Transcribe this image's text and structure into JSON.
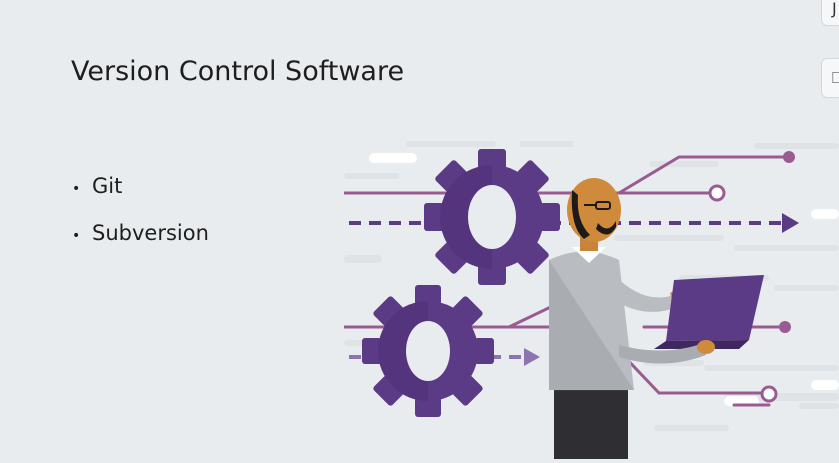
{
  "slide": {
    "title": "Version Control Software",
    "bullets": [
      {
        "marker": "•",
        "text": "Git"
      },
      {
        "marker": "•",
        "text": "Subversion"
      }
    ]
  },
  "illustration": {
    "icon": "developer-with-gears-icon",
    "accent_color": "#5b3a86",
    "line_color": "#9a5b93"
  },
  "edge_toolbar": {
    "top_button_glyph": "J",
    "second_button_glyph": "⎕"
  }
}
